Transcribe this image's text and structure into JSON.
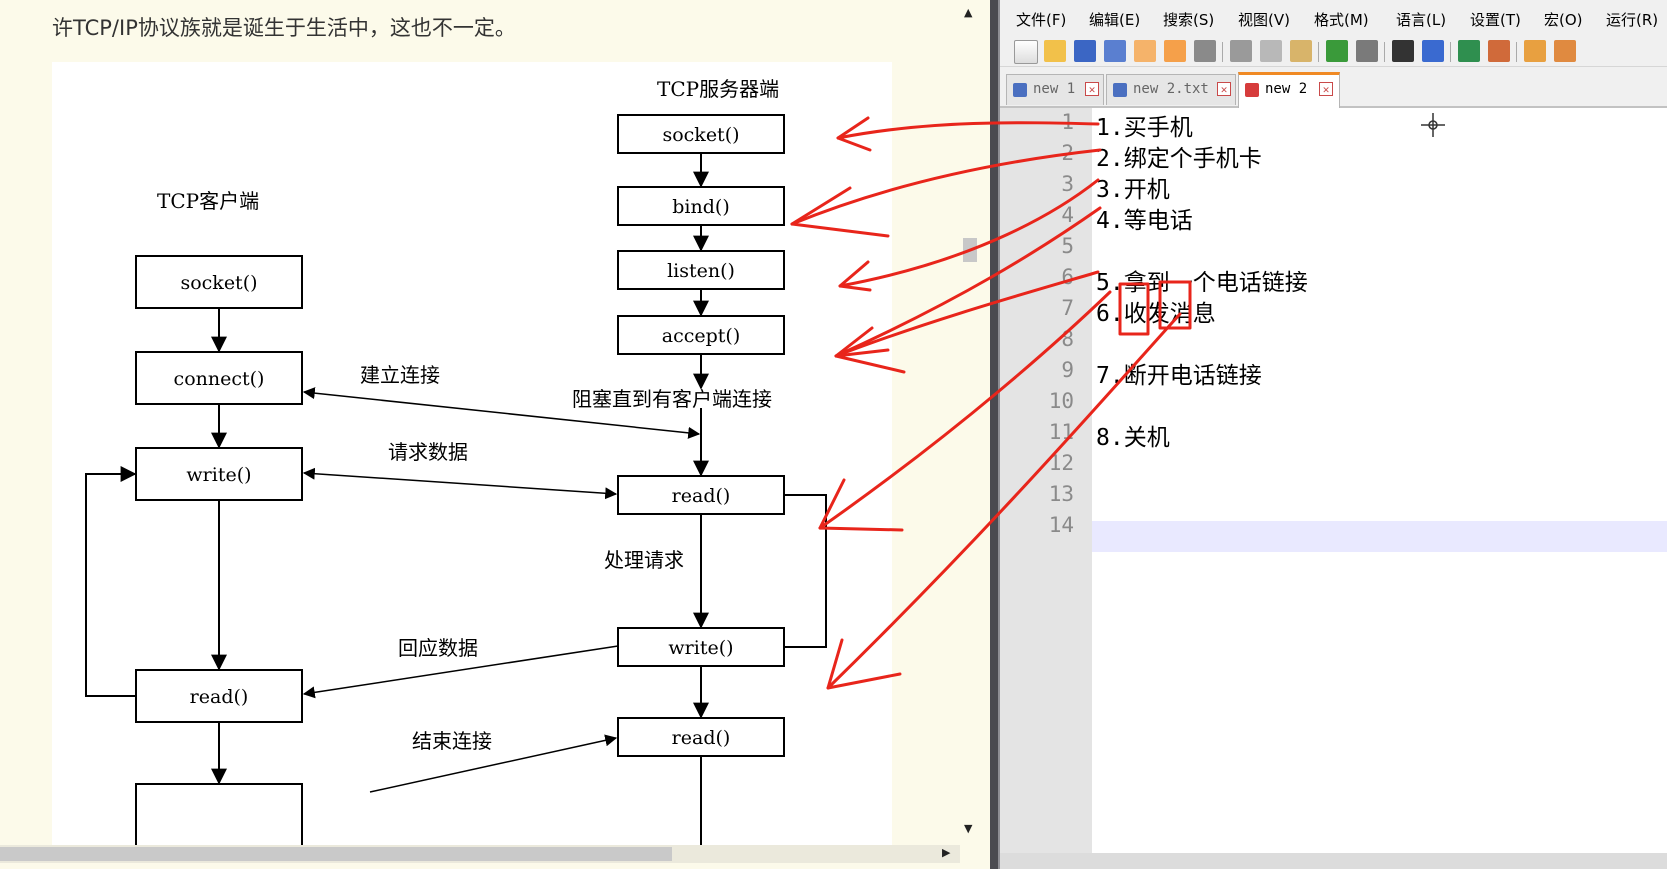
{
  "document": {
    "intro_text": "许TCP/IP协议族就是诞生于生活中，这也不一定。",
    "diagram": {
      "server_title": "TCP服务器端",
      "client_title": "TCP客户端",
      "server_boxes": [
        "socket()",
        "bind()",
        "listen()",
        "accept()",
        "read()",
        "write()",
        "read()"
      ],
      "client_boxes": [
        "socket()",
        "connect()",
        "write()",
        "read()"
      ],
      "labels": {
        "establish": "建立连接",
        "block": "阻塞直到有客户端连接",
        "request": "请求数据",
        "process": "处理请求",
        "response": "回应数据",
        "close": "结束连接"
      }
    }
  },
  "editor": {
    "menu": [
      "文件(F)",
      "编辑(E)",
      "搜索(S)",
      "视图(V)",
      "格式(M)",
      "语言(L)",
      "设置(T)",
      "宏(O)",
      "运行(R)"
    ],
    "toolbar_icons": [
      "new-file-icon",
      "open-file-icon",
      "save-icon",
      "save-all-icon",
      "close-icon",
      "close-all-icon",
      "print-icon",
      "cut-icon",
      "copy-icon",
      "paste-icon",
      "undo-icon",
      "redo-icon",
      "find-icon",
      "replace-icon",
      "zoom-in-icon",
      "zoom-out-icon",
      "sync-v-icon",
      "sync-h-icon"
    ],
    "tabs": [
      {
        "label": "new 1",
        "active": false
      },
      {
        "label": "new 2.txt",
        "active": false
      },
      {
        "label": "new 2",
        "active": true
      }
    ],
    "lines": [
      {
        "num": "1",
        "text": "1.买手机"
      },
      {
        "num": "2",
        "text": "2.绑定个手机卡"
      },
      {
        "num": "3",
        "text": "3.开机"
      },
      {
        "num": "4",
        "text": "4.等电话"
      },
      {
        "num": "5",
        "text": ""
      },
      {
        "num": "6",
        "text": "5.拿到一个电话链接"
      },
      {
        "num": "7",
        "text": "6.收发消息"
      },
      {
        "num": "8",
        "text": ""
      },
      {
        "num": "9",
        "text": "7.断开电话链接"
      },
      {
        "num": "10",
        "text": ""
      },
      {
        "num": "11",
        "text": "8.关机"
      },
      {
        "num": "12",
        "text": ""
      },
      {
        "num": "13",
        "text": ""
      },
      {
        "num": "14",
        "text": ""
      }
    ]
  },
  "colors": {
    "annotation": "#e8251b",
    "doc_background": "#fcfaea",
    "active_tab_accent": "#f08a24"
  }
}
